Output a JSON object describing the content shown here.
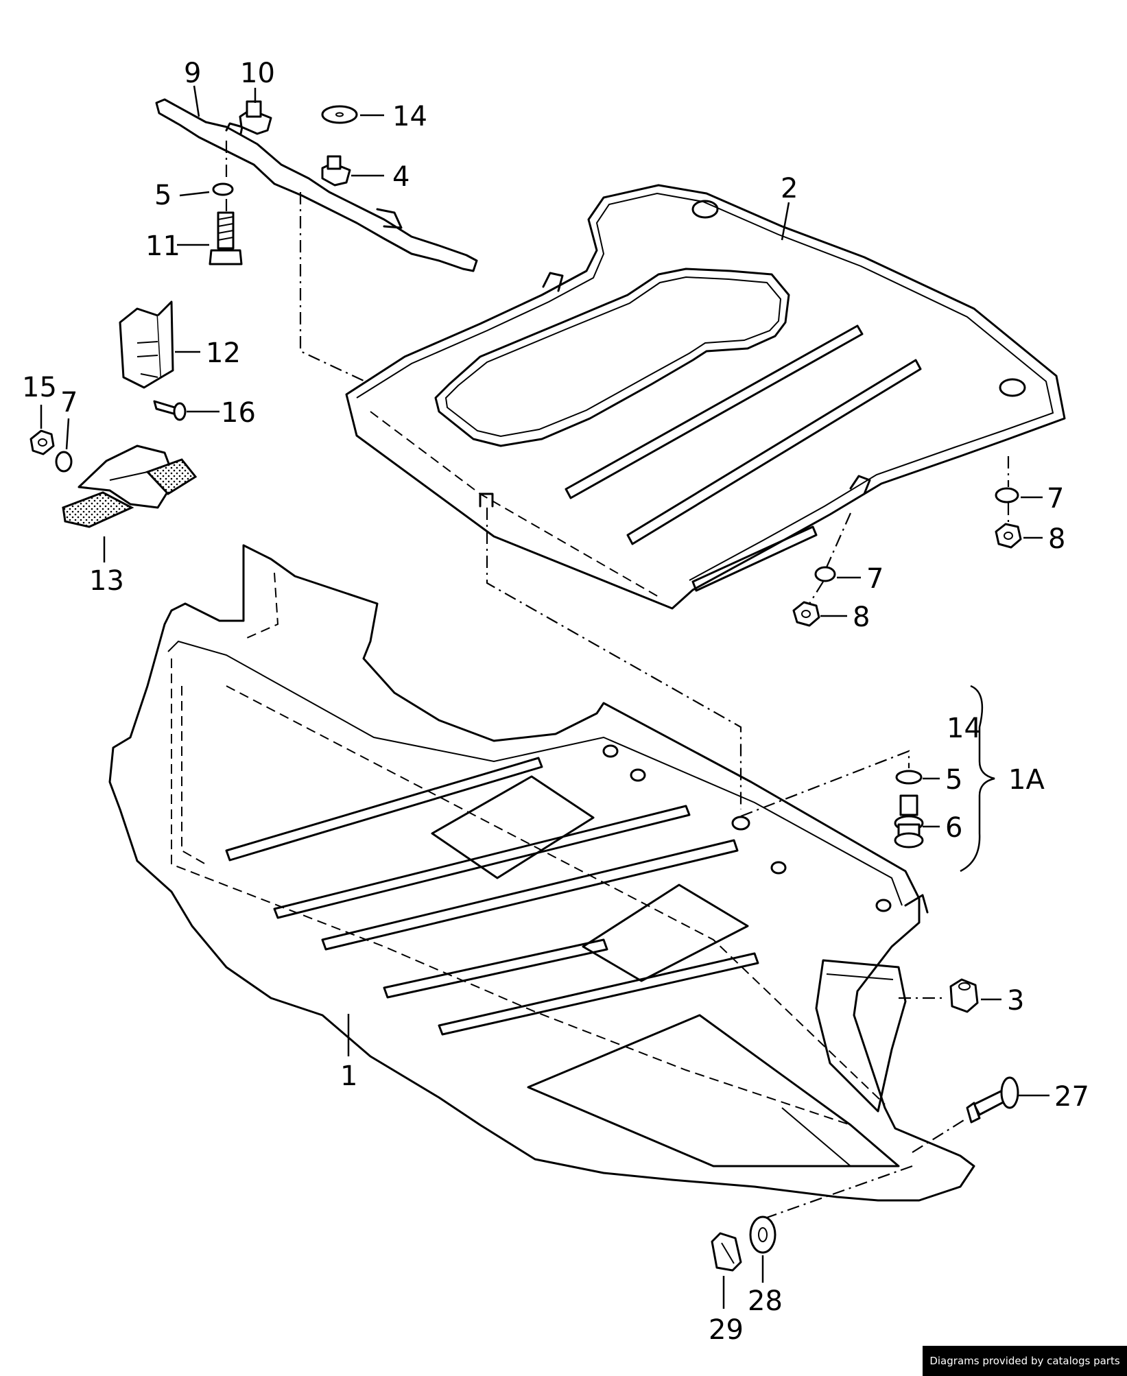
{
  "callouts": {
    "c1": "1",
    "c1a": "1A",
    "c2": "2",
    "c3": "3",
    "c4": "4",
    "c5a": "5",
    "c5b": "5",
    "c6": "6",
    "c7a": "7",
    "c7b": "7",
    "c7c": "7",
    "c8a": "8",
    "c8b": "8",
    "c9": "9",
    "c10": "10",
    "c11": "11",
    "c12": "12",
    "c13": "13",
    "c14a": "14",
    "c14b": "14",
    "c15": "15",
    "c16": "16",
    "c27": "27",
    "c28": "28",
    "c29": "29"
  },
  "footer": {
    "credit": "Diagrams provided by catalogs parts"
  }
}
